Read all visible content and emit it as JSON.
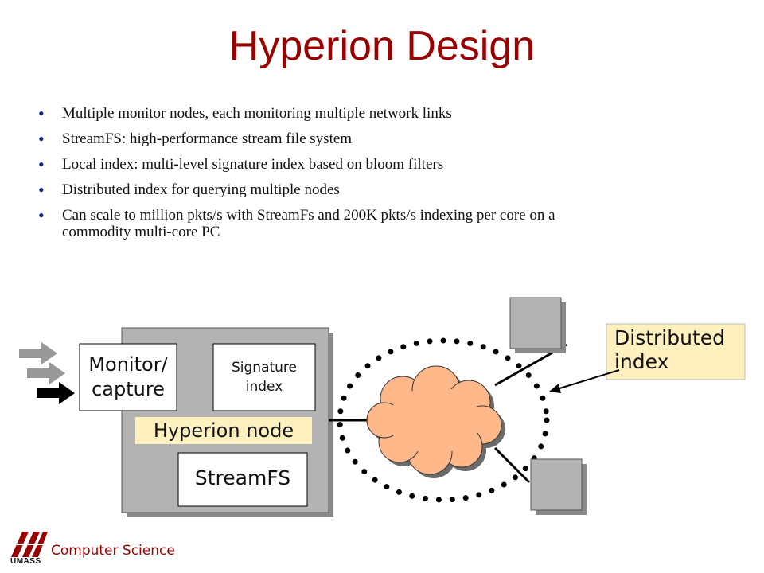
{
  "slide": {
    "title": "Hyperion Design",
    "bullets": [
      "Multiple monitor nodes, each monitoring multiple network links",
      "StreamFS: high-performance stream file system",
      "Local index: multi-level signature index based on bloom filters",
      "Distributed index for querying multiple nodes",
      "Can scale to million pkts/s with StreamFs and 200K pkts/s indexing per core on a commodity multi-core PC"
    ]
  },
  "diagram": {
    "monitor_label_line1": "Monitor/",
    "monitor_label_line2": "capture",
    "signature_label_line1": "Signature",
    "signature_label_line2": "index",
    "hyperion_node_label": "Hyperion node",
    "streamfs_label": "StreamFS",
    "distributed_label_line1": "Distributed",
    "distributed_label_line2": "index",
    "colors": {
      "node_fill": "#b3b3b3",
      "label_bg": "#fff0c0",
      "distributed_bg": "#fff0c0",
      "cloud_fill": "#ffb88a",
      "title_color": "#990000"
    }
  },
  "footer": {
    "org": "Computer Science",
    "logo_text": "UMASS"
  }
}
